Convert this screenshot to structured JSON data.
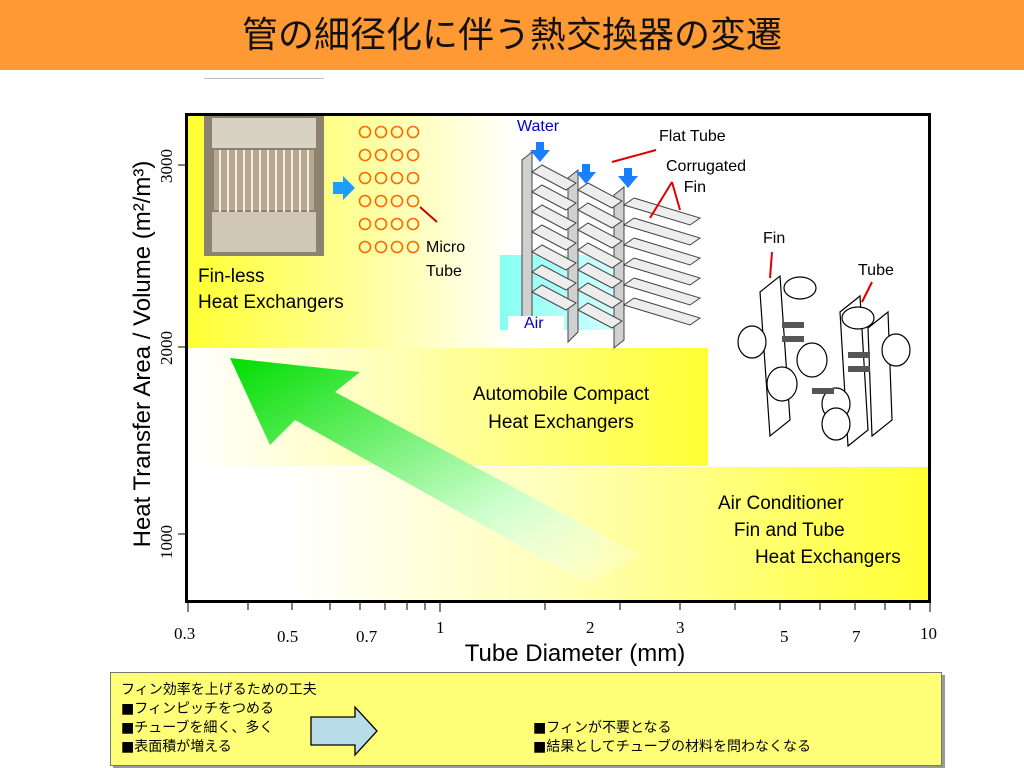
{
  "title": "管の細径化に伴う熱交換器の変遷",
  "axes": {
    "ylabel": "Heat Transfer Area / Volume (m²/m³)",
    "xlabel": "Tube Diameter (mm)",
    "yticks": [
      "3000",
      "2000",
      "1000"
    ],
    "xticks": [
      "0.3",
      "0.5",
      "0.7",
      "1",
      "2",
      "3",
      "5",
      "7",
      "10"
    ]
  },
  "regions": {
    "finless": "Fin-less\nHeat Exchangers",
    "automobile": "Automobile Compact\nHeat Exchangers",
    "aircon": "Air Conditioner\n   Fin and Tube\n       Heat Exchangers"
  },
  "callouts": {
    "micro_tube": "Micro\nTube",
    "water": "Water",
    "air": "Air",
    "flat_tube": "Flat Tube",
    "corrugated_fin": "Corrugated\n    Fin",
    "fin": "Fin",
    "tube": "Tube"
  },
  "note": {
    "line1": "フィン効率を上げるための工夫",
    "line2": "■フィンピッチをつめる",
    "line3": "■チューブを細く、多く",
    "line4": "■表面積が増える",
    "line5": "■フィンが不要となる",
    "line6": "■結果としてチューブの材料を問わなくなる"
  },
  "colors": {
    "header": "#ff9933",
    "band_yellow": "#ffff33",
    "arrow_green": "#22dd22",
    "note_bg": "#ffff77",
    "callout_blue": "#0000cc"
  }
}
